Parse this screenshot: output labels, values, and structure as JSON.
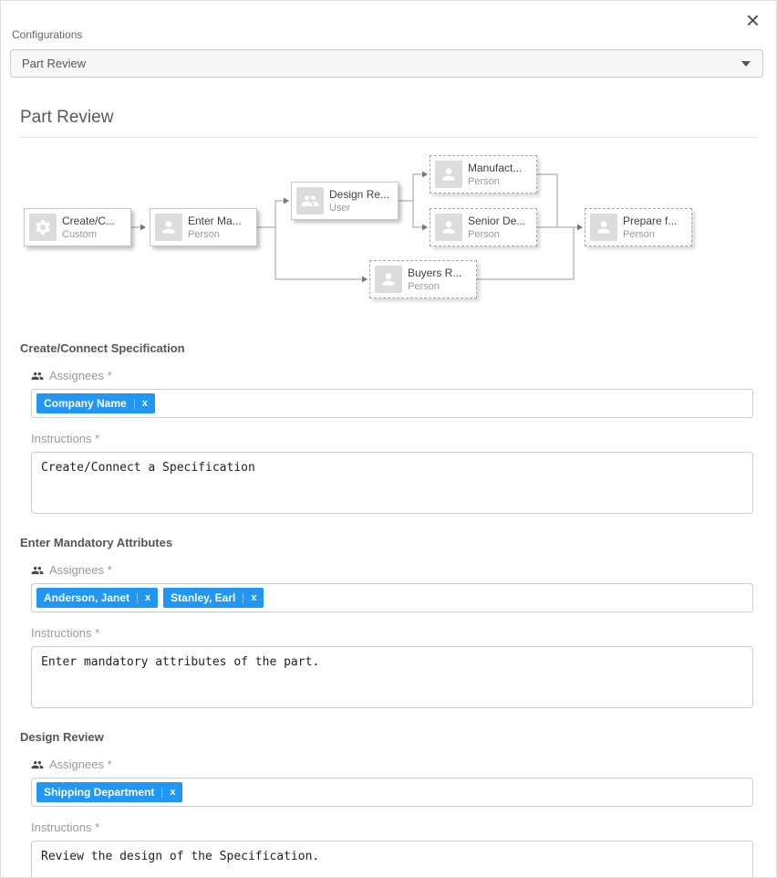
{
  "header": {
    "close_glyph": "×",
    "configurations_label": "Configurations",
    "select_value": "Part Review",
    "title": "Part Review"
  },
  "diagram": {
    "nodes": [
      {
        "title": "Create/C...",
        "subtitle": "Custom",
        "icon": "gear-icon"
      },
      {
        "title": "Enter Ma...",
        "subtitle": "Person",
        "icon": "person-icon"
      },
      {
        "title": "Design Re...",
        "subtitle": "User",
        "icon": "users-icon"
      },
      {
        "title": "Manufact...",
        "subtitle": "Person",
        "icon": "person-icon"
      },
      {
        "title": "Senior De...",
        "subtitle": "Person",
        "icon": "person-icon"
      },
      {
        "title": "Prepare f...",
        "subtitle": "Person",
        "icon": "person-icon"
      },
      {
        "title": "Buyers R...",
        "subtitle": "Person",
        "icon": "person-icon"
      }
    ]
  },
  "ui": {
    "tag_remove_glyph": "x"
  },
  "colors": {
    "tag_background": "#2196f3"
  },
  "sections": [
    {
      "title": "Create/Connect Specification",
      "assignees_label": "Assignees *",
      "tags": [
        "Company Name"
      ],
      "instructions_label": "Instructions *",
      "instructions_value": "Create/Connect a Specification"
    },
    {
      "title": "Enter Mandatory Attributes",
      "assignees_label": "Assignees *",
      "tags": [
        "Anderson, Janet",
        "Stanley, Earl"
      ],
      "instructions_label": "Instructions *",
      "instructions_value": "Enter mandatory attributes of the part."
    },
    {
      "title": "Design Review",
      "assignees_label": "Assignees *",
      "tags": [
        "Shipping Department"
      ],
      "instructions_label": "Instructions *",
      "instructions_value": "Review the design of the Specification."
    }
  ]
}
